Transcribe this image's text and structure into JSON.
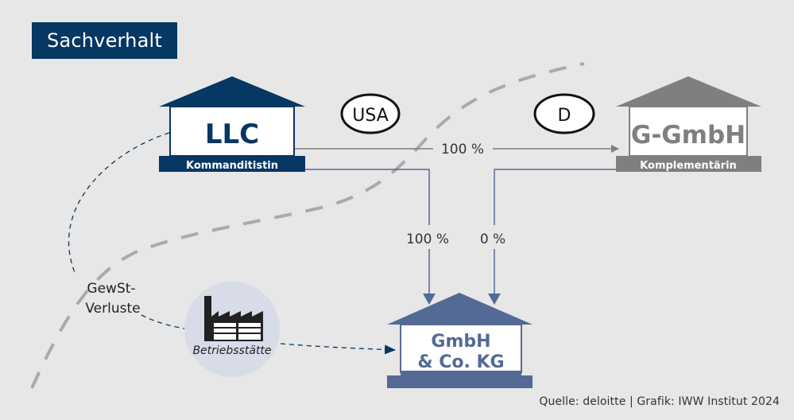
{
  "title": "Sachverhalt",
  "colors": {
    "background": "#e7e7e7",
    "llc_navy": "#073763",
    "gmbh_co_kg_blue": "#546a95",
    "g_gmbh_grey": "#7f7f7f",
    "border_dashed_grey": "#aaaaaa",
    "betriebsstaette_circle": "#d8dce8"
  },
  "entities": {
    "llc": {
      "name": "LLC",
      "role": "Kommanditistin"
    },
    "g_gmbh": {
      "name": "G-GmbH",
      "role": "Komplementärin"
    },
    "kg": {
      "line1": "GmbH",
      "line2": "& Co. KG"
    }
  },
  "countries": {
    "usa": "USA",
    "germany": "D"
  },
  "relations": {
    "llc_to_g_gmbh": "100 %",
    "llc_to_kg": "100 %",
    "g_gmbh_to_kg": "0 %"
  },
  "annotations": {
    "gewst_line1": "GewSt-",
    "gewst_line2": "Verluste",
    "betriebsstaette": "Betriebsstätte"
  },
  "source": "Quelle: deloitte | Grafik: IWW Institut 2024"
}
